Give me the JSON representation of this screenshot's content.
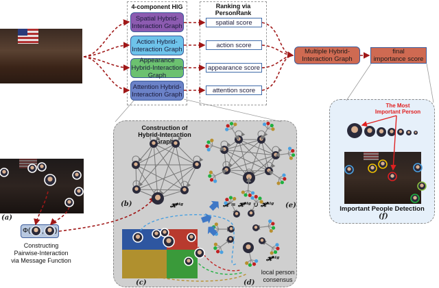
{
  "input_image": {
    "description": "congressional address photo"
  },
  "hig_panel": {
    "title": "4-component HIG",
    "items": [
      {
        "label": "Spatial Hybrid-Interaction Graph",
        "color": "#8c5bb0"
      },
      {
        "label": "Action Hybrid-Interaction Graph",
        "color": "#6ec3ea"
      },
      {
        "label": "Appearance Hybrid-Interaction Graph",
        "color": "#6cc170"
      },
      {
        "label": "Attention Hybrid-Interaction Graph",
        "color": "#6b82c8"
      }
    ]
  },
  "ranking_panel": {
    "title_line1": "Ranking via",
    "title_line2": "PersonRank",
    "scores": [
      "spatial score",
      "action score",
      "appearance score",
      "attention score"
    ]
  },
  "multiple_hig": {
    "line1": "Multiple Hybrid-",
    "line2": "Interaction Graph",
    "color": "#cf6a52"
  },
  "final_score": {
    "line1": "final",
    "line2": "importance score",
    "color": "#cf6a52"
  },
  "construction_panel": {
    "title_line1": "Construction of",
    "title_line2": "Hybrid-Interaction Graph",
    "label_b": "(b)",
    "label_c": "(c)",
    "label_d": "(d)",
    "label_e": "(e)",
    "hpig": "𝓗ᵖⁱᵍ",
    "hhig": "𝓗ʰⁱᵍ",
    "equation": "𝓗 = 𝓗ᵖⁱᵍ ∪ 𝓗ʰⁱᵍ",
    "local_line1": "local person",
    "local_line2": "consensus"
  },
  "detection_panel": {
    "most_important_line1": "The Most",
    "most_important_line2": "Important Person",
    "caption": "Important People Detection",
    "label_f": "(f)"
  },
  "pairwise": {
    "label_a": "(a)",
    "phi": "Φ(",
    "comma": ",",
    "close": ")",
    "caption_line1": "Constructing",
    "caption_line2": "Pairwise-Interaction",
    "caption_line3": "via Message Function"
  },
  "colors": {
    "arrow": "#a01818",
    "blue_arrow": "#3f78c6",
    "panel_gray": "#cfcfcf",
    "panel_blue": "#e6f0fa",
    "red_text": "#e02020"
  }
}
